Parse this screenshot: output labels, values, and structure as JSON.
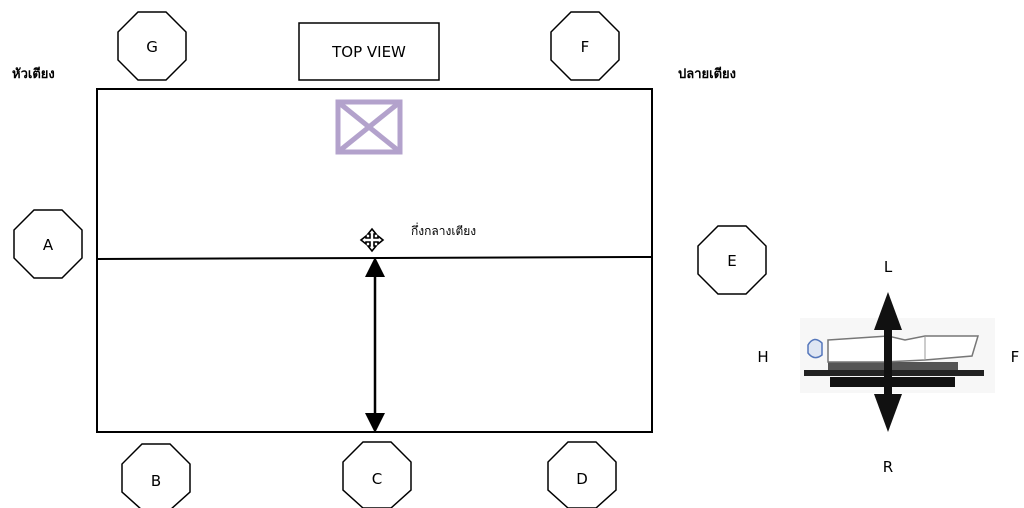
{
  "title": "TOP VIEW",
  "labels": {
    "head_of_bed": "หัวเตียง",
    "foot_of_bed": "ปลายเตียง",
    "bed_midline": "กึ่งกลางเตียง"
  },
  "positions": {
    "A": "A",
    "B": "B",
    "C": "C",
    "D": "D",
    "E": "E",
    "F": "F",
    "G": "G"
  },
  "orientation": {
    "left": "L",
    "right": "R",
    "head": "H",
    "foot": "F"
  },
  "colors": {
    "box_marker": "#b3a2cc",
    "outline": "#000000",
    "shadow_text": "#5577bb"
  },
  "icons": {
    "center_marker": "move-cross-icon",
    "box_marker": "box-x-icon"
  }
}
